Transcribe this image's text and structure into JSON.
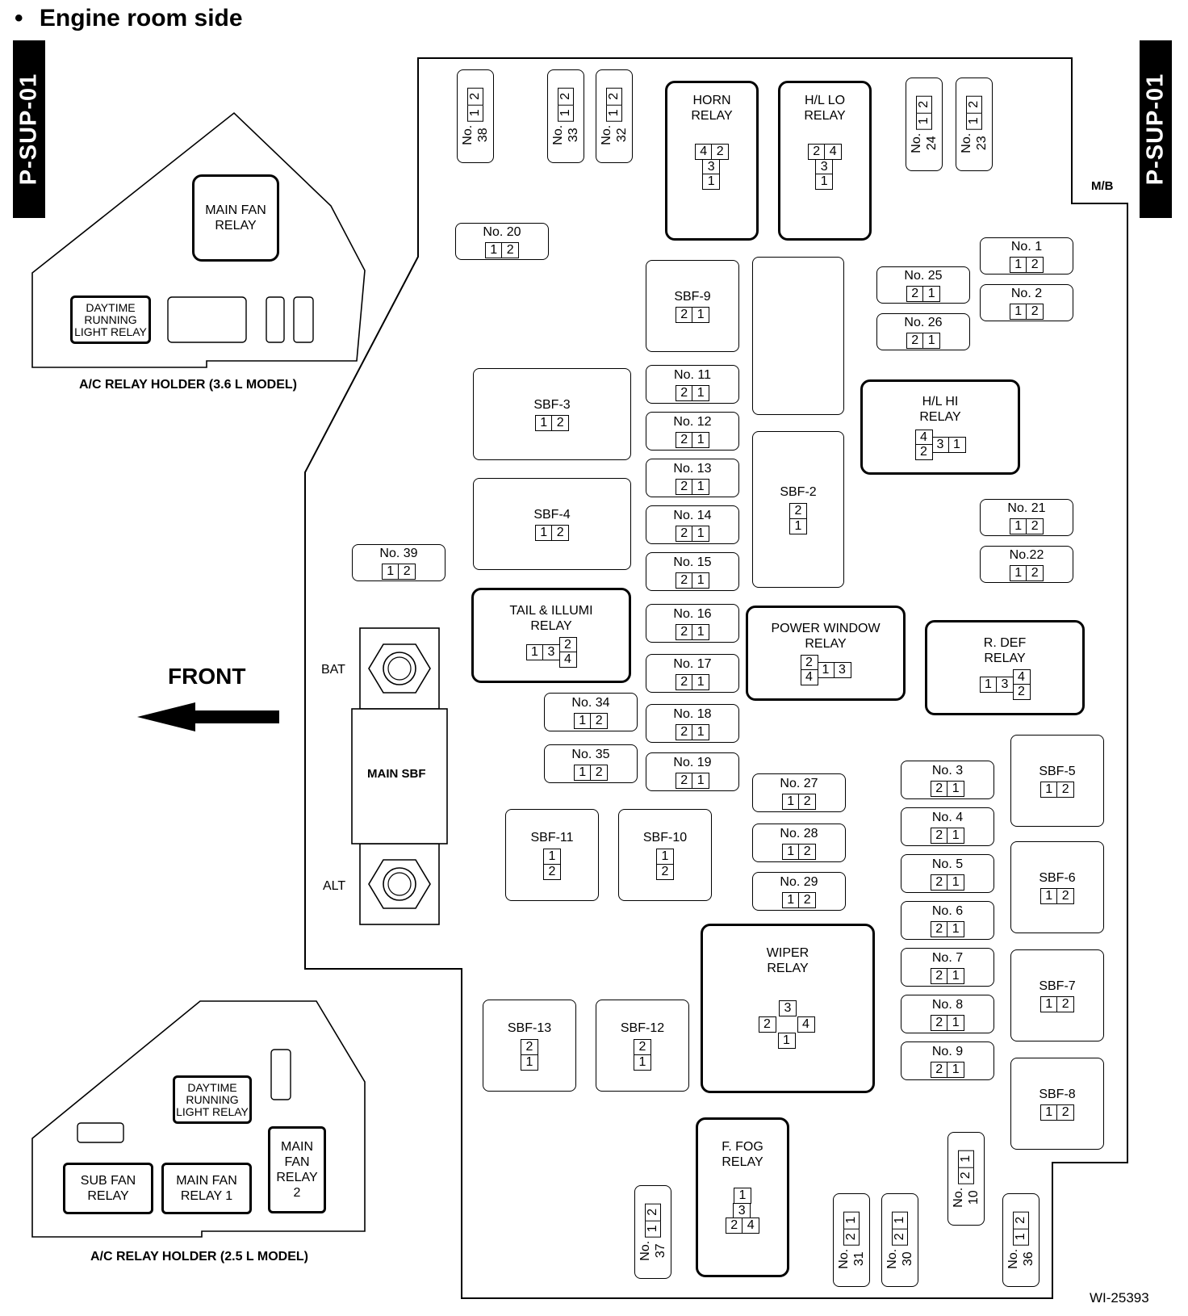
{
  "header": {
    "bullet": "•",
    "title": "Engine room side",
    "tab_label": "P-SUP-01",
    "mb_label": "M/B",
    "figure_id": "WI-25393"
  },
  "holder_36": {
    "caption": "A/C RELAY HOLDER (3.6 L MODEL)",
    "main_fan_relay": "MAIN FAN\nRELAY",
    "daytime_relay": "DAYTIME\nRUNNING\nLIGHT RELAY"
  },
  "holder_25": {
    "caption": "A/C RELAY HOLDER (2.5 L MODEL)",
    "daytime_relay": "DAYTIME\nRUNNING\nLIGHT RELAY",
    "sub_fan_relay": "SUB FAN\nRELAY",
    "main_fan_relay_1": "MAIN FAN\nRELAY 1",
    "main_fan_relay_2": "MAIN\nFAN\nRELAY\n2"
  },
  "front": {
    "label": "FRONT"
  },
  "main_sbf": {
    "label": "MAIN SBF",
    "bat": "BAT",
    "alt": "ALT"
  },
  "pins": {
    "one": "1",
    "two": "2",
    "three": "3",
    "four": "4"
  },
  "fuses": {
    "no1": "No. 1",
    "no2": "No. 2",
    "no3": "No. 3",
    "no4": "No. 4",
    "no5": "No. 5",
    "no6": "No. 6",
    "no7": "No. 7",
    "no8": "No. 8",
    "no9": "No. 9",
    "no10": "No. 10",
    "no11": "No. 11",
    "no12": "No. 12",
    "no13": "No. 13",
    "no14": "No. 14",
    "no15": "No. 15",
    "no16": "No. 16",
    "no17": "No. 17",
    "no18": "No. 18",
    "no19": "No. 19",
    "no20": "No. 20",
    "no21": "No. 21",
    "no22": "No.22",
    "no23": "No. 23",
    "no24": "No. 24",
    "no25": "No. 25",
    "no26": "No. 26",
    "no27": "No. 27",
    "no28": "No. 28",
    "no29": "No. 29",
    "no30": "No. 30",
    "no31": "No. 31",
    "no32": "No. 32",
    "no33": "No. 33",
    "no34": "No. 34",
    "no35": "No. 35",
    "no36": "No. 36",
    "no37": "No. 37",
    "no38": "No. 38",
    "no39": "No. 39"
  },
  "sbf": {
    "sbf2": "SBF-2",
    "sbf3": "SBF-3",
    "sbf4": "SBF-4",
    "sbf5": "SBF-5",
    "sbf6": "SBF-6",
    "sbf7": "SBF-7",
    "sbf8": "SBF-8",
    "sbf9": "SBF-9",
    "sbf10": "SBF-10",
    "sbf11": "SBF-11",
    "sbf12": "SBF-12",
    "sbf13": "SBF-13"
  },
  "relays": {
    "horn": "HORN\nRELAY",
    "hl_lo": "H/L LO\nRELAY",
    "hl_hi": "H/L HI\nRELAY",
    "tail_illumi": "TAIL & ILLUMI\nRELAY",
    "power_window": "POWER WINDOW\nRELAY",
    "r_def": "R. DEF\nRELAY",
    "wiper": "WIPER\nRELAY",
    "f_fog": "F. FOG\nRELAY"
  }
}
